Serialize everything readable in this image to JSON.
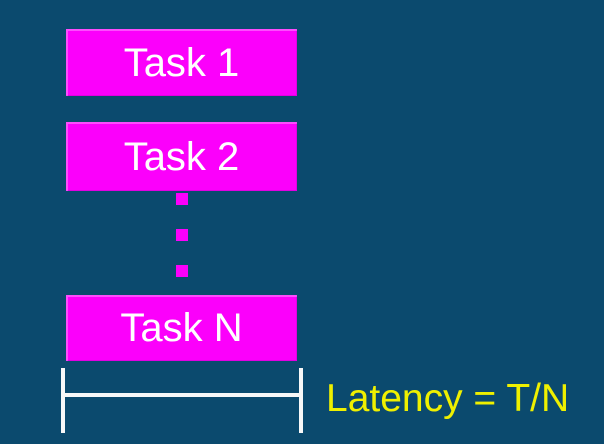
{
  "diagram": {
    "title": "pipeline-tasks-latency",
    "tasks": [
      {
        "label": "Task 1"
      },
      {
        "label": "Task 2"
      },
      {
        "label": "Task N"
      }
    ],
    "ellipsis_dots": 3,
    "latency_label": "Latency = T/N",
    "colors": {
      "background": "#0b4a6e",
      "task_fill": "#fb00fb",
      "task_text": "#ffffff",
      "bracket": "#f8f8f8",
      "latency_text": "#eff000"
    }
  }
}
